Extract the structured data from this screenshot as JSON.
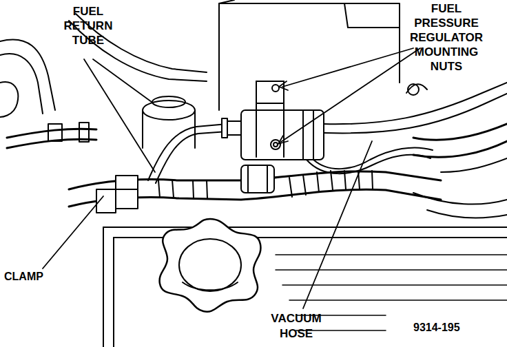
{
  "diagram": {
    "labels": [
      "FUEL RETURN TUBE",
      "FUEL PRESSURE REGULATOR MOUNTING NUTS",
      "CLAMP",
      "VACUUM HOSE",
      "9314-195"
    ]
  }
}
